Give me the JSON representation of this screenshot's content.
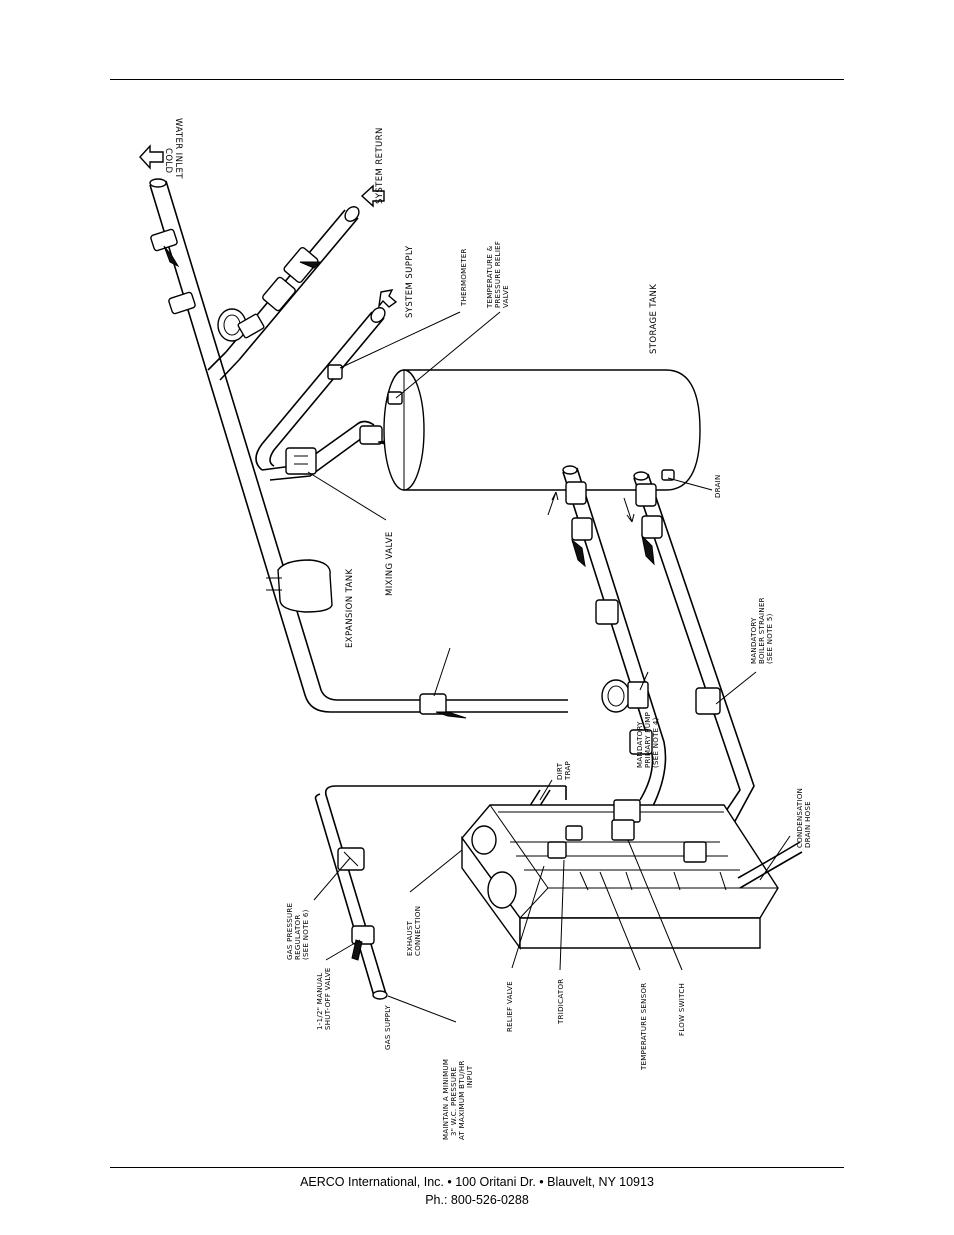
{
  "labels": {
    "cold_water_inlet": [
      "COLD",
      "WATER INLET"
    ],
    "system_return": "SYSTEM RETURN",
    "system_supply": "SYSTEM SUPPLY",
    "thermometer": "THERMOMETER",
    "tp_relief_valve": [
      "TEMPERATURE &",
      "PRESSURE RELIEF",
      "VALVE"
    ],
    "storage_tank": "STORAGE TANK",
    "drain": "DRAIN",
    "mixing_valve": "MIXING VALVE",
    "expansion_tank": "EXPANSION TANK",
    "boiler_strainer": [
      "MANDATORY",
      "BOILER STRAINER",
      "(SEE NOTE 5)"
    ],
    "primary_pump": [
      "MANDATORY",
      "PRIMARY PUMP",
      "(SEE NOTE 4)"
    ],
    "dirt_trap": [
      "DIRT",
      "TRAP"
    ],
    "condensation_hose": [
      "CONDENSATION",
      "DRAIN HOSE"
    ],
    "gas_regulator": [
      "GAS PRESSURE",
      "REGULATOR",
      "(SEE NOTE 6)"
    ],
    "exhaust_connection": [
      "EXHAUST",
      "CONNECTION"
    ],
    "shutoff_valve": [
      "1-1/2\" MANUAL",
      "SHUT-OFF VALVE"
    ],
    "gas_supply": "GAS SUPPLY",
    "gas_pressure_note": [
      "MAINTAIN A MINIMUM",
      "3\" W.C. PRESSURE",
      "AT MAXIMUM BTU/HR",
      "INPUT"
    ],
    "relief_valve": "RELIEF VALVE",
    "tridicator": "TRIDICATOR",
    "temperature_sensor": "TEMPERATURE SENSOR",
    "flow_switch": "FLOW SWITCH"
  },
  "footer": {
    "line1": "AERCO International, Inc. • 100 Oritani Dr. •  Blauvelt, NY 10913",
    "line2": "Ph.: 800-526-0288"
  }
}
